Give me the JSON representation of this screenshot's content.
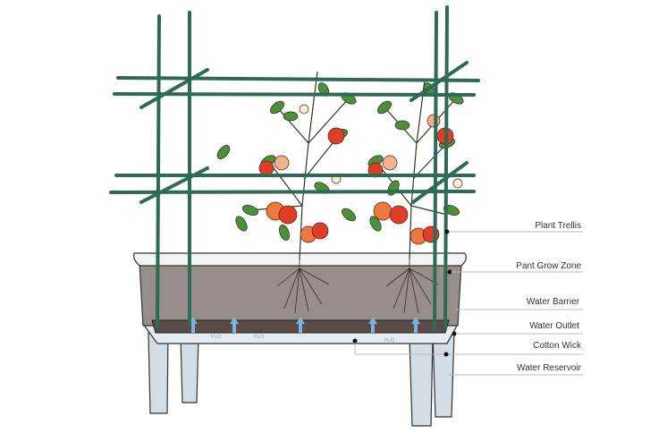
{
  "title": "Self-watering planter with plant trellis diagram",
  "labels": {
    "plant_trellis": "Plant Trellis",
    "grow_zone": "Pant Grow Zone",
    "water_barrier": "Water Barrier",
    "water_outlet": "Water Outlet",
    "cotton_wick": "Cotton Wick",
    "water_reservoir": "Water Reservoir"
  },
  "water_marks": [
    "H₂O",
    "H₂O",
    "H₂O"
  ],
  "colors": {
    "trellis": "#2e6a55",
    "soil": "#978d8b",
    "leg": "#cfd9e2",
    "tomato_red": "#de3f26",
    "tomato_orange": "#ec7a3c",
    "leaf": "#4f8f3a",
    "water_arrow": "#7fb2da"
  }
}
